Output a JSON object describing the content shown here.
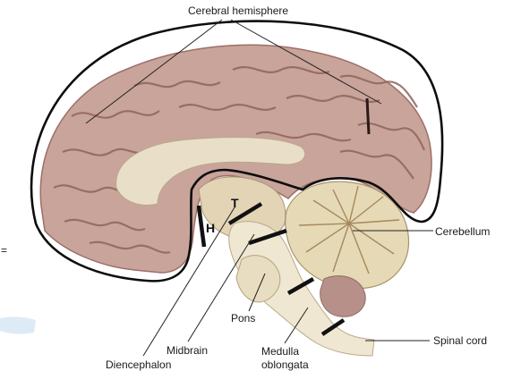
{
  "labels": {
    "cerebral_hemisphere": "Cerebral hemisphere",
    "cerebellum": "Cerebellum",
    "spinal_cord": "Spinal cord",
    "pons": "Pons",
    "midbrain": "Midbrain",
    "medulla_line1": "Medulla",
    "medulla_line2": "oblongata",
    "diencephalon": "Diencephalon",
    "thalamus_mark": "T",
    "hypothalamus_mark": "H",
    "edge_mark": "="
  },
  "colors": {
    "cortex": "#c9a49a",
    "cortex_dark": "#9b6f67",
    "white_matter": "#e9dfc8",
    "brainstem": "#efe7d2",
    "cerebellum": "#e6d9b6",
    "outline": "#0d0d0d"
  }
}
